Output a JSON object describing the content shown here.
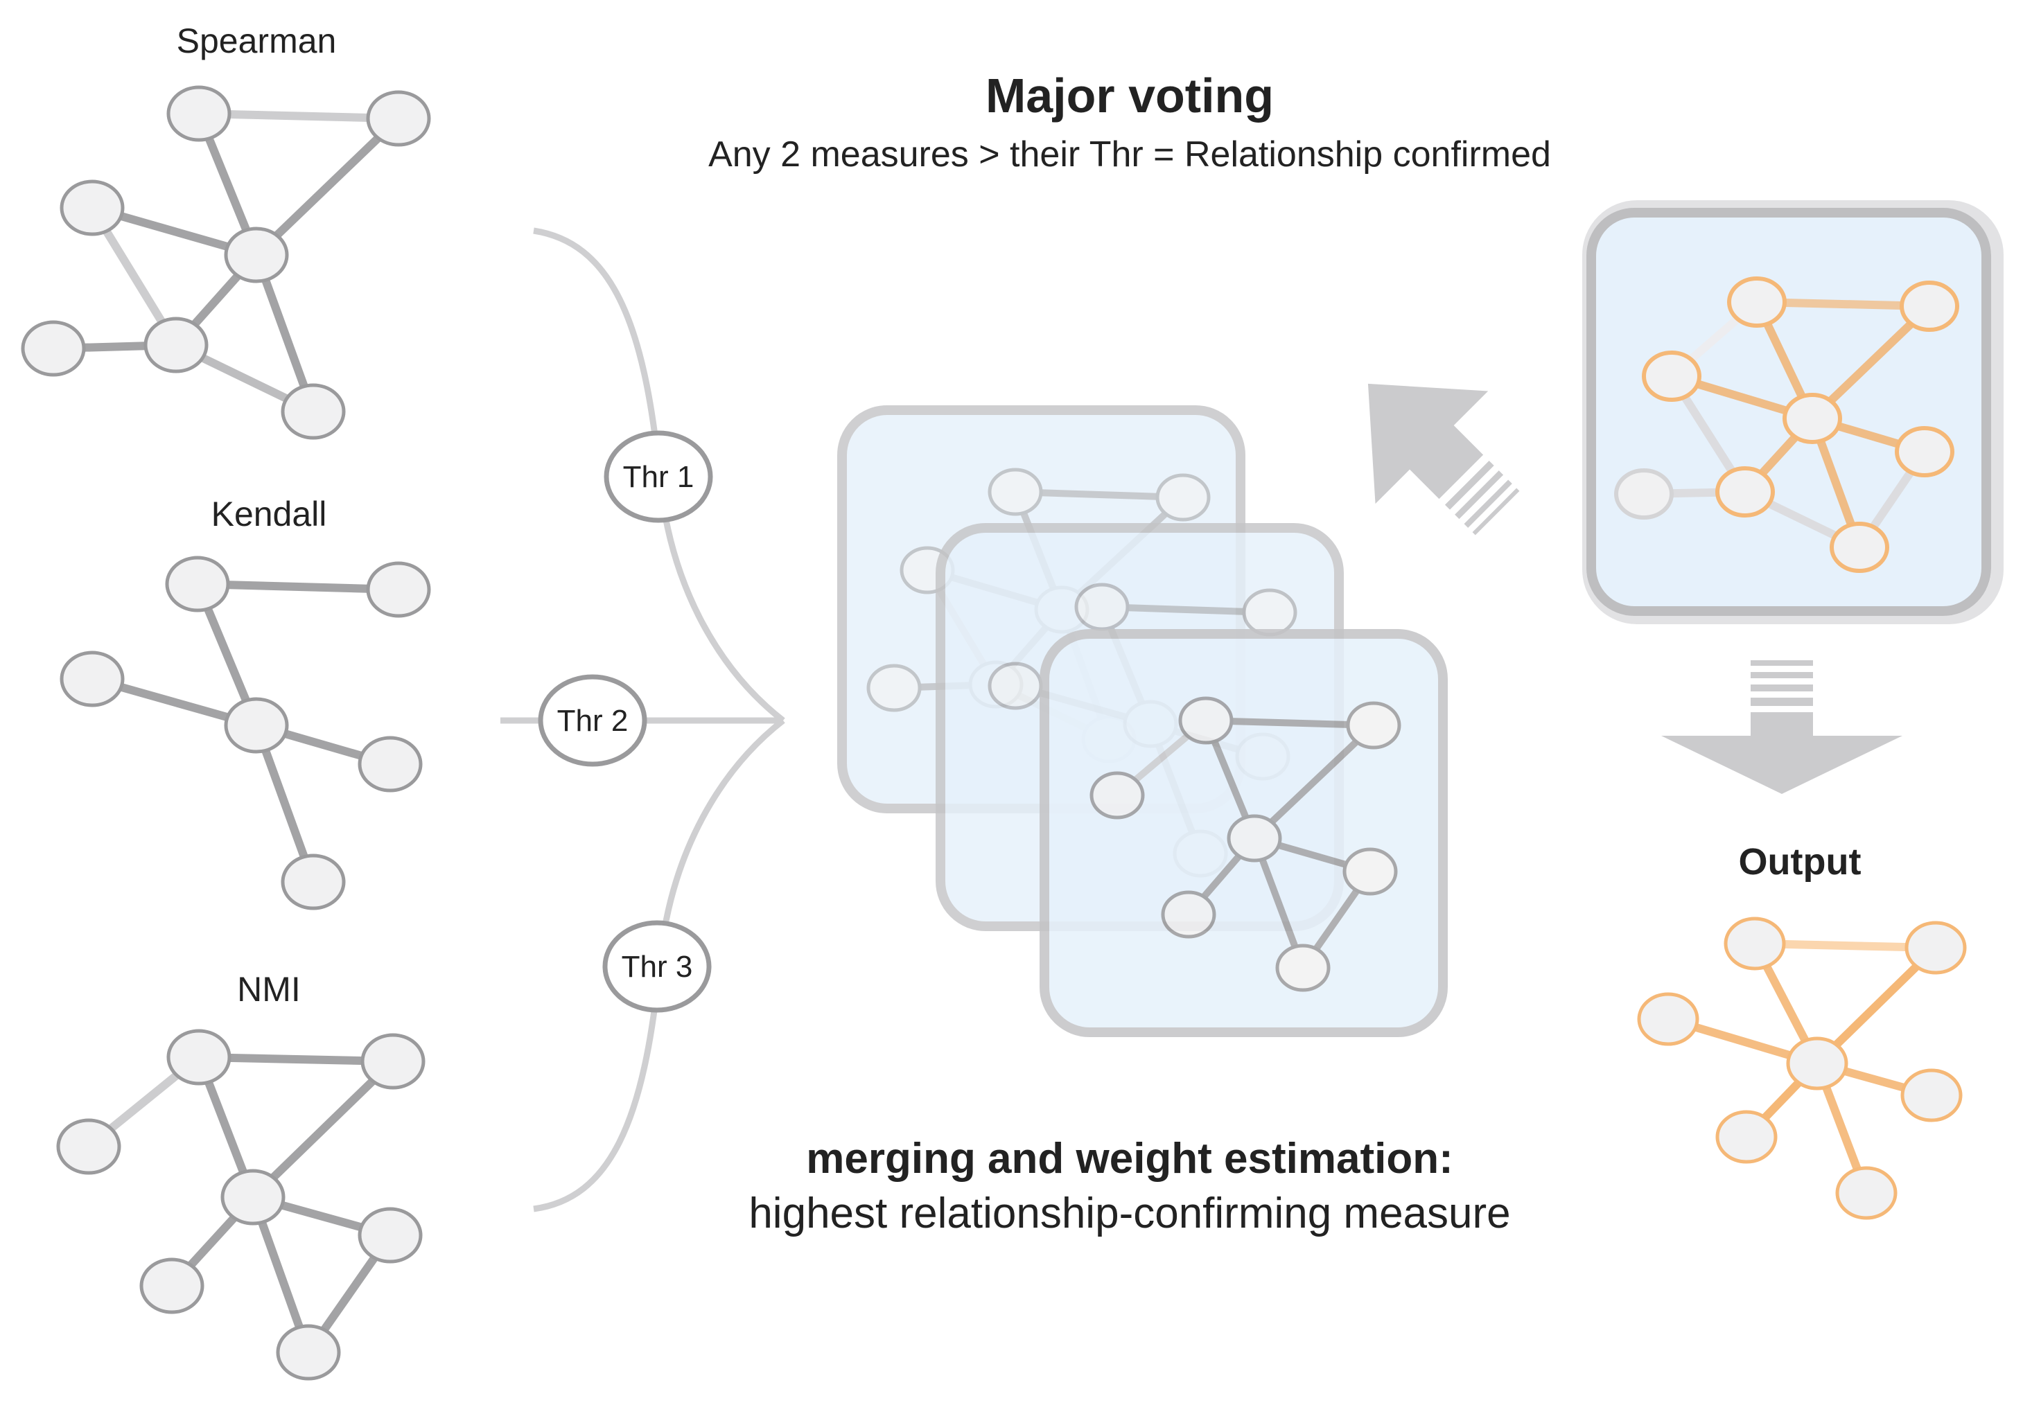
{
  "title": "Major voting",
  "subtitle": "Any 2 measures > their Thr = Relationship confirmed",
  "measures": [
    "Spearman",
    "Kendall",
    "NMI"
  ],
  "thresholds": [
    "Thr 1",
    "Thr 2",
    "Thr 3"
  ],
  "merge_title": "merging and weight estimation:",
  "merge_subtitle": "highest relationship-confirming measure",
  "output_label": "Output",
  "colors": {
    "edge_dark": "#a3a3a5",
    "edge_light": "#cdcdcf",
    "node_fill": "#f1f1f2",
    "panel_fill": "#e6f1fb",
    "panel_border": "#c4c4c6",
    "arrow": "#cbcbcd",
    "output_orange": "#f5b877"
  }
}
